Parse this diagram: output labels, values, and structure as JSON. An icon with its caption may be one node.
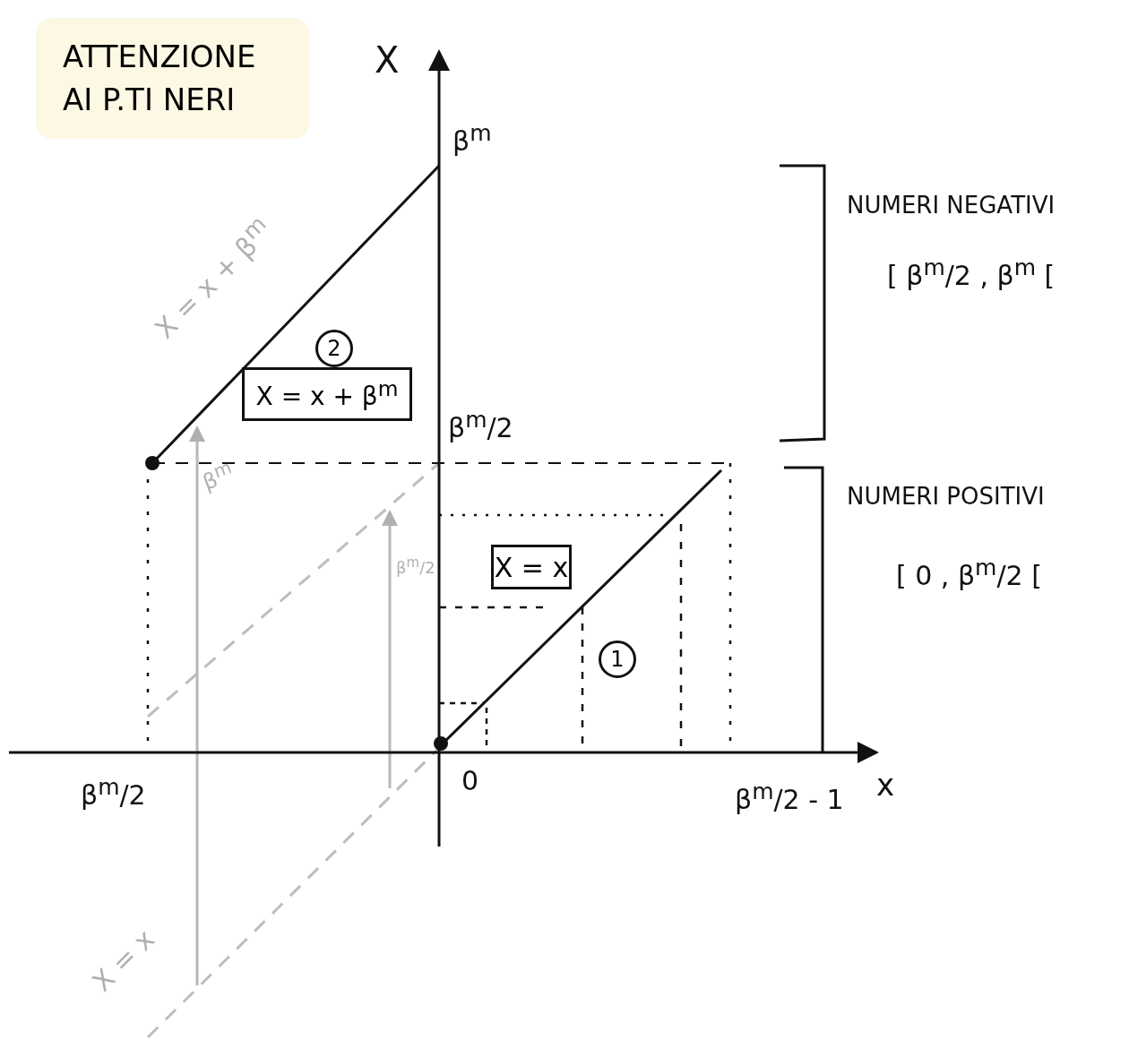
{
  "diagram": {
    "nodes": [
      {
        "text": [
          "ATTENZIONE AI P.TI NERI"
        ]
      },
      {
        "text": [
          "2"
        ]
      },
      {
        "text": [
          "X = x + β$^{m}$"
        ]
      },
      {
        "text": [
          "X = x"
        ]
      },
      {
        "text": [
          "1"
        ]
      }
    ],
    "labels": [
      "X",
      "β$^{m}$",
      "NUMERI NEGATIVI",
      "[ β$^{m}$/2 , β$^{m}$ [",
      "X = x + β$^{m}$",
      "β$^{m}$/2",
      "β$^{m}$",
      "NUMERI POSITIVI",
      "β$^{m}$/2",
      "[ 0 , β$^{m}$/2 [",
      "0",
      "β$^{m}$/2",
      "β$^{m}$/2 - 1",
      "x",
      "X = x"
    ]
  }
}
